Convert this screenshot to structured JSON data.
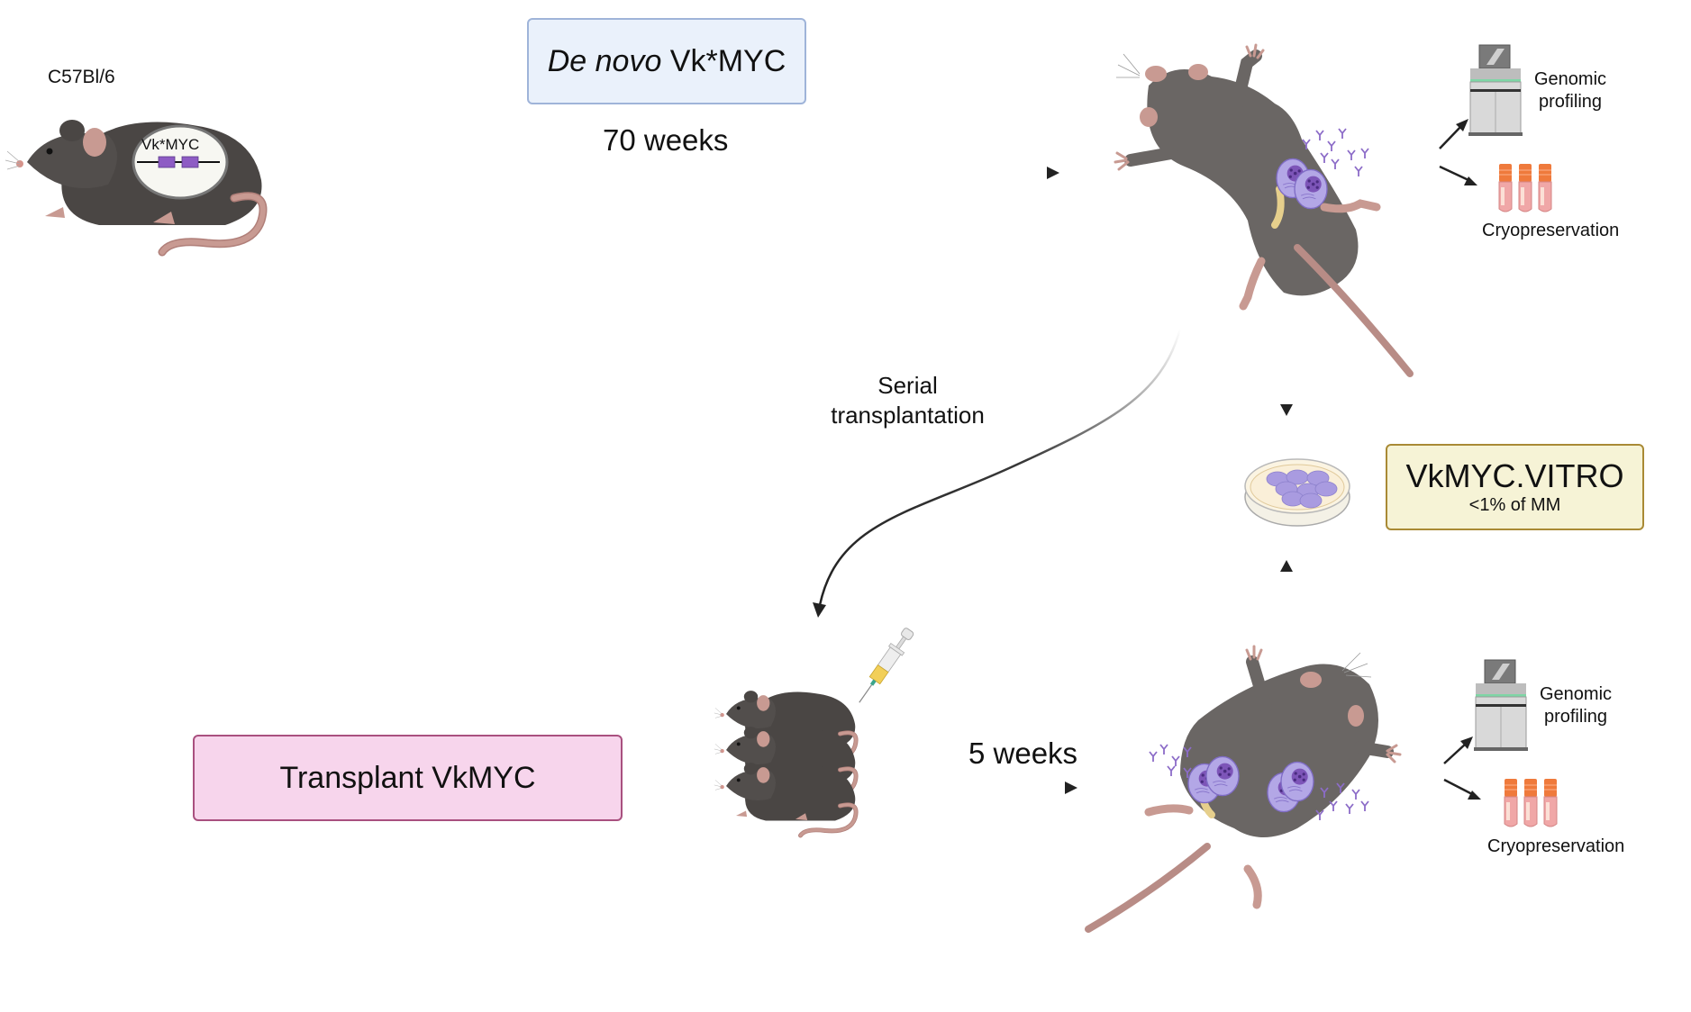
{
  "strain_label": "C57Bl/6",
  "transgene_label": "Vk*MYC",
  "denovo_box": {
    "italic": "De novo",
    "rest": " Vk*MYC"
  },
  "top_arrow_label": "70 weeks",
  "serial_label": {
    "line1": "Serial",
    "line2": "transplantation"
  },
  "vitro_box": {
    "title": "VkMYC.VITRO",
    "subtitle": "<1% of MM"
  },
  "transplant_box": {
    "label": "Transplant VkMYC"
  },
  "bottom_arrow_label": "5 weeks",
  "outputs_top": {
    "genomic": {
      "line1": "Genomic",
      "line2": "profiling"
    },
    "cryo": "Cryopreservation"
  },
  "outputs_bottom": {
    "genomic": {
      "line1": "Genomic",
      "line2": "profiling"
    },
    "cryo": "Cryopreservation"
  },
  "colors": {
    "mouse_fur": "#5f5b59",
    "mouse_skin": "#c89a92",
    "plasma_cell": "#a99be0",
    "antibody": "#8c6cc8",
    "denovo_fill": "#eaf1fb",
    "vitro_fill": "#f6f3d6",
    "transplant_fill": "#f7d5ec",
    "tube_cap": "#ef7a3c"
  }
}
